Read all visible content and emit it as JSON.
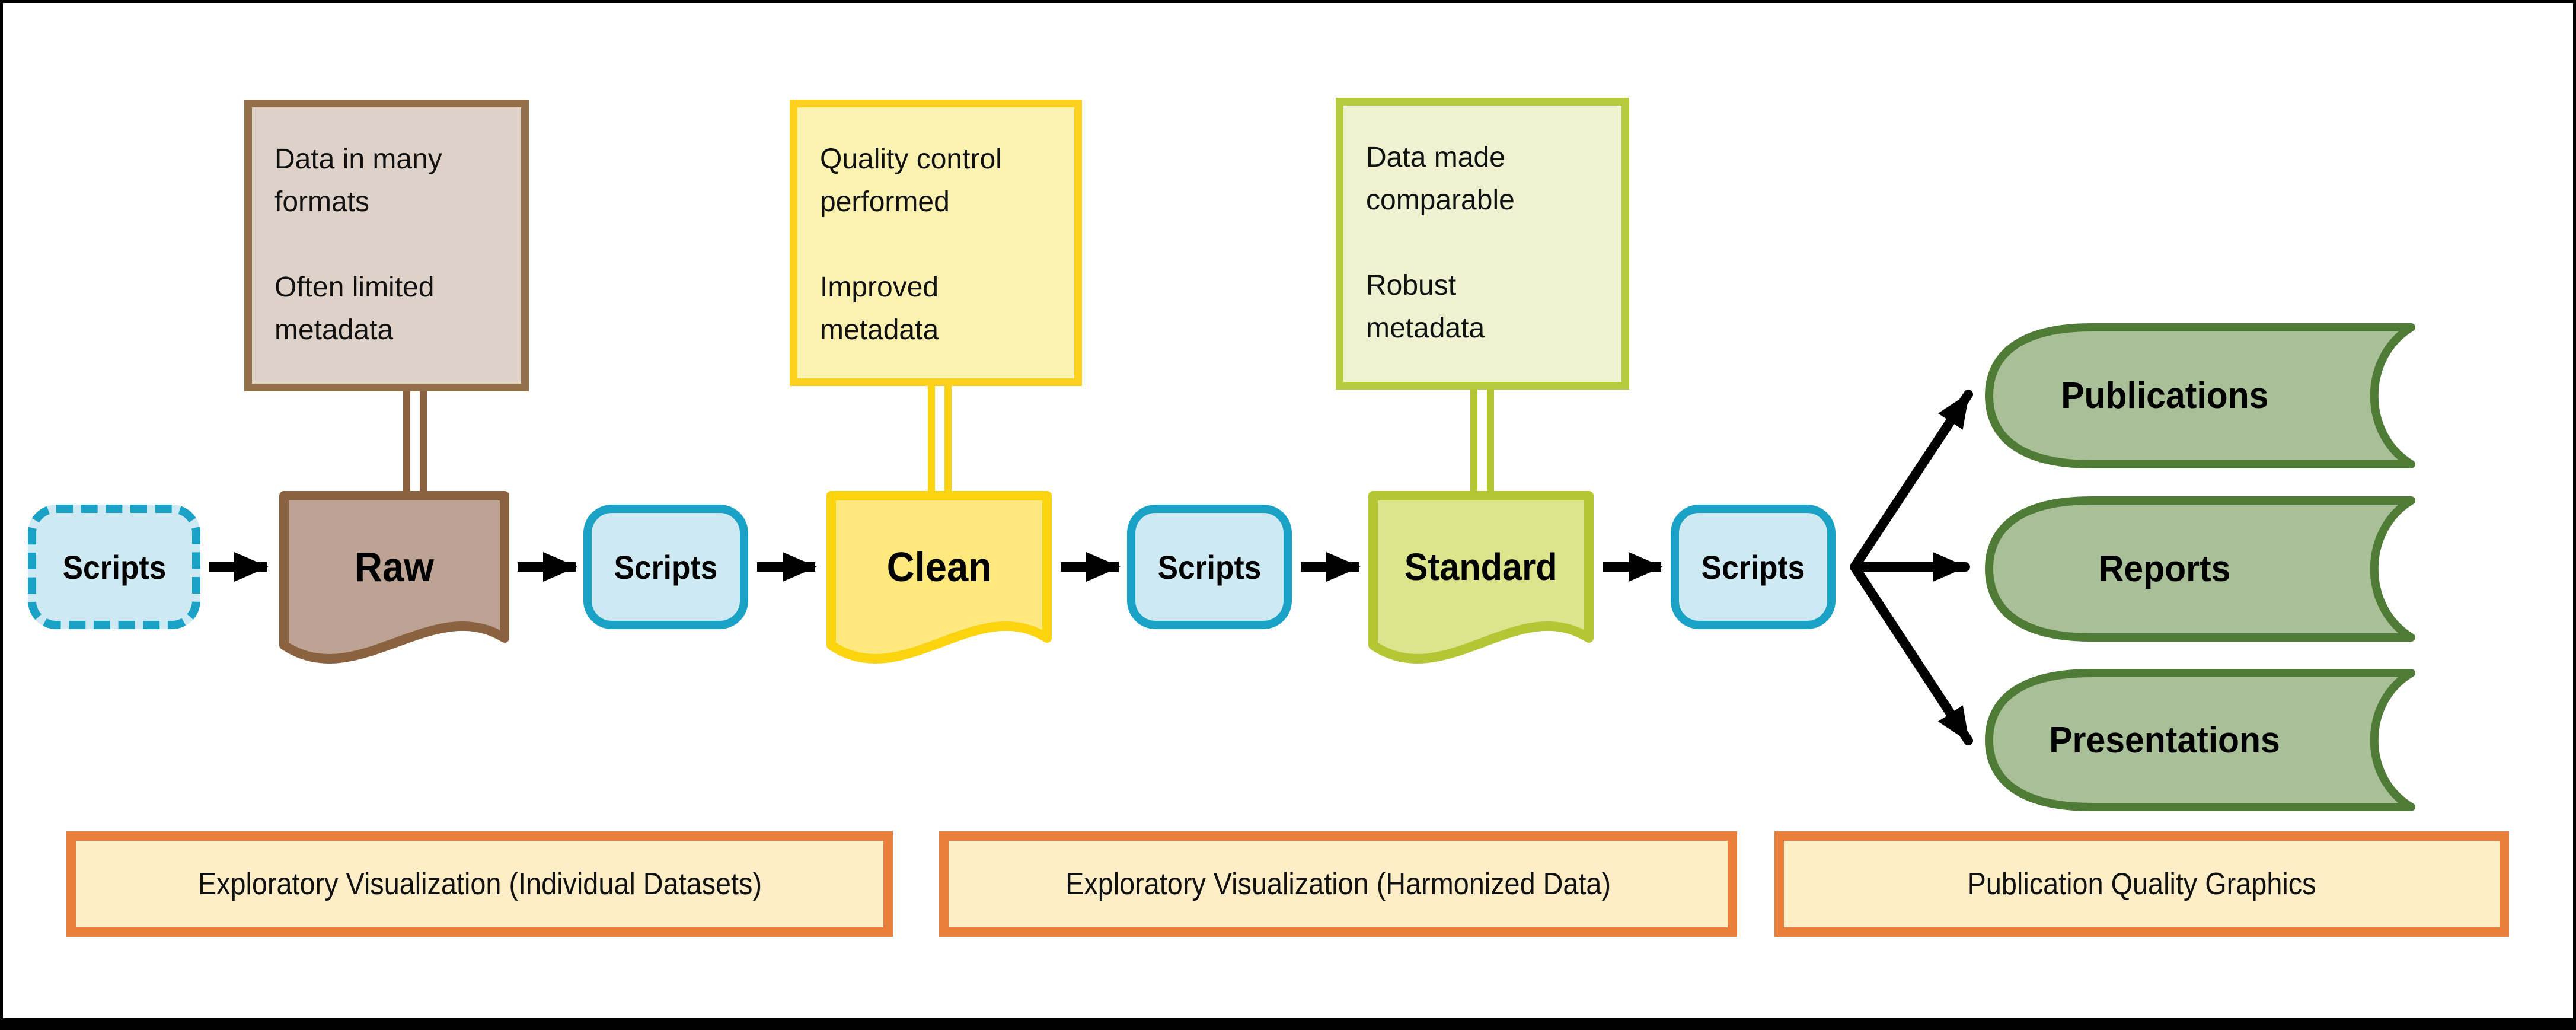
{
  "frame": {
    "border_color": "#000000",
    "background": "#ffffff"
  },
  "arrow_color": "#000000",
  "scripts": {
    "label": "Scripts",
    "fill": "#cfe9f2",
    "border": "#1aa2c6"
  },
  "stages": [
    {
      "label": "Raw",
      "fill": "#bca394",
      "border": "#8a6240",
      "note": {
        "fill": "#ded2c8",
        "border": "#926f48",
        "lines1": [
          "Data in many",
          "formats"
        ],
        "lines2": [
          "Often limited",
          "metadata"
        ]
      }
    },
    {
      "label": "Clean",
      "fill": "#fee97e",
      "border": "#fbd30f",
      "note": {
        "fill": "#fbf2b2",
        "border": "#fdd11d",
        "lines1": [
          "Quality control",
          "performed"
        ],
        "lines2": [
          "Improved",
          "metadata"
        ]
      }
    },
    {
      "label": "Standard",
      "fill": "#dce48c",
      "border": "#b4c634",
      "note": {
        "fill": "#eef2d1",
        "border": "#b7ca3e",
        "lines1": [
          "Data made",
          "comparable"
        ],
        "lines2": [
          "Robust",
          "metadata"
        ]
      }
    }
  ],
  "outputs": {
    "fill": "#a9bf97",
    "border": "#4e7b36",
    "items": [
      {
        "label": "Publications"
      },
      {
        "label": "Reports"
      },
      {
        "label": "Presentations"
      }
    ]
  },
  "phases": {
    "fill": "#fdeec7",
    "border": "#ea7f3b",
    "items": [
      {
        "label": "Exploratory Visualization (Individual Datasets)"
      },
      {
        "label": "Exploratory Visualization (Harmonized Data)"
      },
      {
        "label": "Publication Quality Graphics"
      }
    ]
  }
}
